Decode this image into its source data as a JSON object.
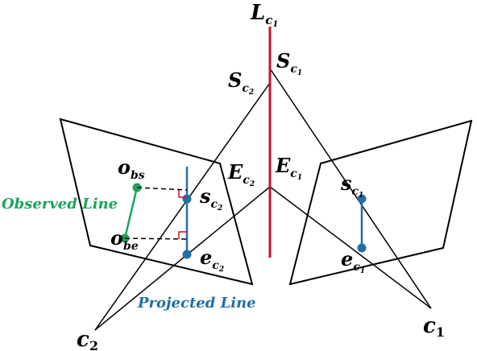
{
  "colors": {
    "stroke": "#000000",
    "line_3d": "#c8102e",
    "projected": "#1f6fa8",
    "observed": "#1aa55a",
    "right_angle": "#c8102e"
  },
  "labels": {
    "line_3d": {
      "main": "L",
      "sub": "c",
      "subsub": "1"
    },
    "s_c1_3d": {
      "main": "S",
      "sub": "c",
      "subsub": "1"
    },
    "s_c2_3d": {
      "main": "S",
      "sub": "c",
      "subsub": "2"
    },
    "e_c1_3d": {
      "main": "E",
      "sub": "c",
      "subsub": "1"
    },
    "e_c2_3d": {
      "main": "E",
      "sub": "c",
      "subsub": "2"
    },
    "o_bs": {
      "main": "o",
      "sub": "bs"
    },
    "o_be": {
      "main": "o",
      "sub": "be"
    },
    "s_c2": {
      "main": "s",
      "sub": "c",
      "subsub": "2"
    },
    "e_c2": {
      "main": "e",
      "sub": "c",
      "subsub": "2"
    },
    "s_c1": {
      "main": "s",
      "sub": "c",
      "subsub": "1"
    },
    "e_c1": {
      "main": "e",
      "sub": "c",
      "subsub": "1"
    },
    "cam1": {
      "main": "c",
      "sub": "1"
    },
    "cam2": {
      "main": "c",
      "sub": "2"
    },
    "observed_line": "Observed Line",
    "projected_line": "Projected Line"
  }
}
